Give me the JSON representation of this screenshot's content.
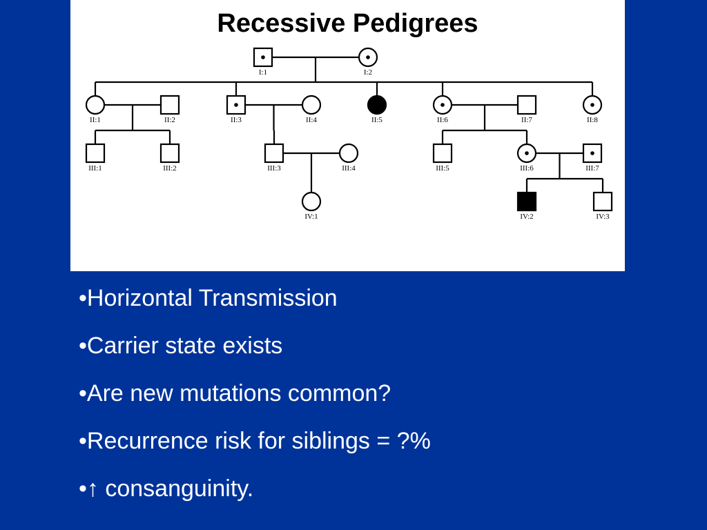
{
  "slide": {
    "title": "Recessive Pedigrees",
    "colors": {
      "background": "#003399",
      "panel": "#ffffff",
      "text": "#ffffff",
      "ink": "#000000"
    }
  },
  "pedigree": {
    "individuals": [
      {
        "id": "I:1",
        "sex": "male",
        "status": "carrier"
      },
      {
        "id": "I:2",
        "sex": "female",
        "status": "carrier"
      },
      {
        "id": "II:1",
        "sex": "female",
        "status": "unaffected"
      },
      {
        "id": "II:2",
        "sex": "male",
        "status": "unaffected"
      },
      {
        "id": "II:3",
        "sex": "male",
        "status": "carrier"
      },
      {
        "id": "II:4",
        "sex": "female",
        "status": "unaffected"
      },
      {
        "id": "II:5",
        "sex": "female",
        "status": "affected"
      },
      {
        "id": "II:6",
        "sex": "female",
        "status": "carrier"
      },
      {
        "id": "II:7",
        "sex": "male",
        "status": "unaffected"
      },
      {
        "id": "II:8",
        "sex": "female",
        "status": "carrier"
      },
      {
        "id": "III:1",
        "sex": "male",
        "status": "unaffected"
      },
      {
        "id": "III:2",
        "sex": "male",
        "status": "unaffected"
      },
      {
        "id": "III:3",
        "sex": "male",
        "status": "unaffected"
      },
      {
        "id": "III:4",
        "sex": "female",
        "status": "unaffected"
      },
      {
        "id": "III:5",
        "sex": "male",
        "status": "unaffected"
      },
      {
        "id": "III:6",
        "sex": "female",
        "status": "carrier"
      },
      {
        "id": "III:7",
        "sex": "male",
        "status": "carrier"
      },
      {
        "id": "IV:1",
        "sex": "female",
        "status": "unaffected"
      },
      {
        "id": "IV:2",
        "sex": "male",
        "status": "affected"
      },
      {
        "id": "IV:3",
        "sex": "male",
        "status": "unaffected"
      }
    ],
    "matings": [
      {
        "partners": [
          "I:1",
          "I:2"
        ],
        "children": [
          "II:1",
          "II:3",
          "II:5",
          "II:6",
          "II:8"
        ]
      },
      {
        "partners": [
          "II:1",
          "II:2"
        ],
        "children": [
          "III:1",
          "III:2"
        ]
      },
      {
        "partners": [
          "II:3",
          "II:4"
        ],
        "children": [
          "III:3"
        ]
      },
      {
        "partners": [
          "II:6",
          "II:7"
        ],
        "children": [
          "III:5",
          "III:6"
        ]
      },
      {
        "partners": [
          "III:3",
          "III:4"
        ],
        "children": [
          "IV:1"
        ]
      },
      {
        "partners": [
          "III:6",
          "III:7"
        ],
        "children": [
          "IV:2",
          "IV:3"
        ]
      }
    ]
  },
  "bullets": [
    "•Horizontal Transmission",
    "•Carrier state exists",
    "•Are new mutations common?",
    "•Recurrence risk for siblings = ?%",
    "•↑ consanguinity."
  ]
}
